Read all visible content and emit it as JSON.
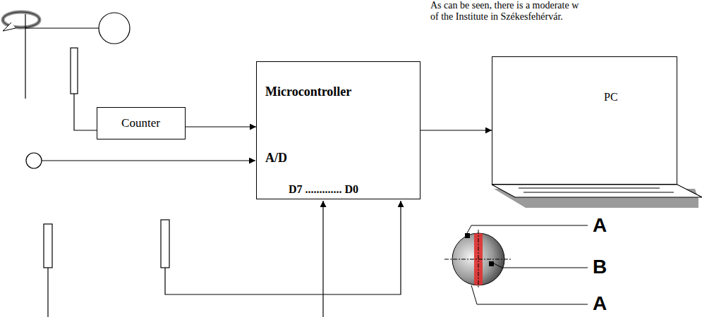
{
  "diagram": {
    "nodes": [
      {
        "text": [
          "Counter"
        ]
      },
      {
        "text": [
          "Microcontroller",
          "A/D",
          "D7 ............. D0"
        ]
      },
      {
        "text": [
          "PC"
        ]
      }
    ],
    "edges": [
      {
        "from": 0,
        "to": 1,
        "arrow": "to"
      },
      {
        "from": 1,
        "to": 2,
        "arrow": "to"
      }
    ],
    "labels": [
      "As can be seen, there is a moderate w",
      "of the Institute in Székesfehérvár.",
      "A",
      "B",
      "A"
    ]
  }
}
